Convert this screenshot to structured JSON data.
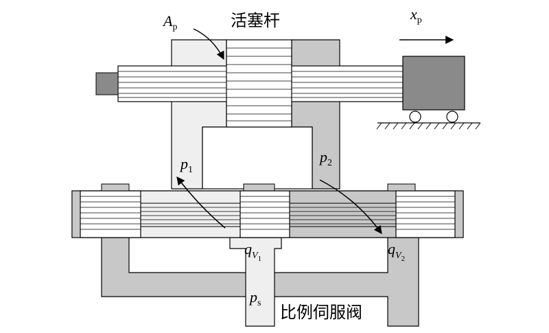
{
  "labels": {
    "area_main": "A",
    "area_sub": "p",
    "piston_rod": "活塞杆",
    "displacement_main": "x",
    "displacement_sub": "p",
    "p1_main": "p",
    "p1_sub": "1",
    "p2_main": "p",
    "p2_sub": "2",
    "qv1_main": "q",
    "qv1_sub": "V",
    "qv1_subsub": "1",
    "qv2_main": "q",
    "qv2_sub": "V",
    "qv2_subsub": "2",
    "ps_main": "p",
    "ps_sub": "s",
    "servo_valve": "比例伺服阀"
  },
  "colors": {
    "light_fill": "#efefef",
    "medium_fill": "#c8c8c8",
    "dark_fill": "#8a8a8a",
    "line": "#000000"
  }
}
